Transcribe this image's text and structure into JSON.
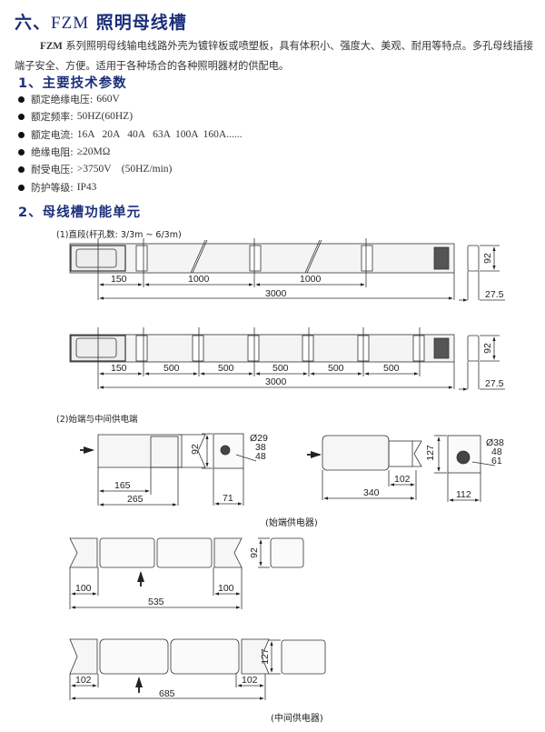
{
  "page": {
    "title_prefix": "六、",
    "title_latin": "FZM",
    "title_suffix": " 照明母线槽",
    "intro_lead": "FZM",
    "intro_text": " 系列照明母线输电线路外壳为镀锌板或喷塑板，具有体积小、强度大、美观、耐用等特点。多孔母线插接端子安全、方便。适用于各种场合的各种照明器材的供配电。"
  },
  "section1": {
    "heading": "1、主要技术参数",
    "specs": [
      {
        "label": "额定绝缘电压:",
        "value": " 660V"
      },
      {
        "label": "额定频率:",
        "value": " 50HZ(60HZ)"
      },
      {
        "label": "额定电流:",
        "value": " 16A   20A   40A   63A  100A  160A......"
      },
      {
        "label": "绝缘电阻:",
        "value": " ≥20MΩ"
      },
      {
        "label": "耐受电压:",
        "value": " >3750V    (50HZ/min)"
      },
      {
        "label": "防护等级:",
        "value": " IP43"
      }
    ]
  },
  "section2": {
    "heading": "2、母线槽功能单元",
    "straight": {
      "label": "(1)直段(杆孔数: 3/3m ~ 6/3m)",
      "drawing1": {
        "dims": [
          "150",
          "1000",
          "1000",
          "3000"
        ],
        "side_height": "92",
        "side_depth": "27.5"
      },
      "drawing2": {
        "dims": [
          "150",
          "500",
          "500",
          "500",
          "500",
          "500",
          "3000"
        ],
        "side_height": "92",
        "side_depth": "27.5"
      }
    },
    "feeders": {
      "label": "(2)始端与中间供电端",
      "start_small": {
        "dims": [
          "165",
          "265"
        ],
        "height": "92",
        "width": "71",
        "diameters": [
          "Ø29",
          "38",
          "48"
        ]
      },
      "start_large": {
        "dims": [
          "102",
          "340"
        ],
        "height": "127",
        "width": "112",
        "diameters": [
          "Ø38",
          "48",
          "61"
        ]
      },
      "start_caption": "(始端供电器)",
      "middle_small": {
        "dims": [
          "100",
          "100",
          "535"
        ],
        "height": "92"
      },
      "middle_large": {
        "dims": [
          "102",
          "102",
          "685"
        ],
        "height": "127"
      },
      "middle_caption": "(中间供电器)"
    }
  }
}
